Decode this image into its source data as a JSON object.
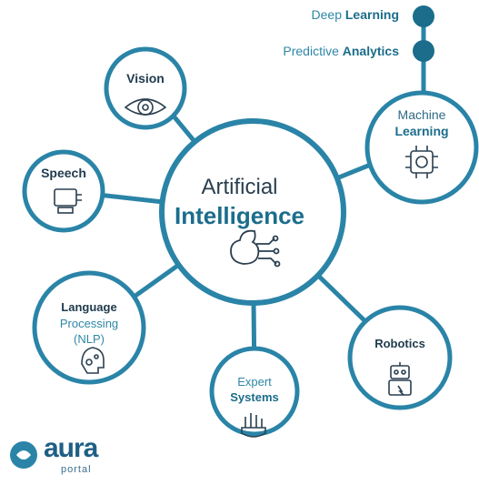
{
  "top_items": [
    {
      "light": "Deep ",
      "bold": "Learning"
    },
    {
      "light": "Predictive ",
      "bold": "Analytics"
    }
  ],
  "center": {
    "line1": "Artificial",
    "line2": "Intelligence"
  },
  "nodes": {
    "vision": {
      "title": "Vision"
    },
    "speech": {
      "title": "Speech"
    },
    "machine_learning": {
      "line1": "Machine",
      "line2": "Learning"
    },
    "nlp": {
      "line1": "Language",
      "line2": "Processing",
      "line3": "(NLP)"
    },
    "expert_systems": {
      "line1": "Expert",
      "line2": "Systems"
    },
    "robotics": {
      "title": "Robotics"
    }
  },
  "logo": {
    "word": "aura",
    "sub": "portal"
  },
  "colors": {
    "accent": "#1b6d8b",
    "ring": "#2a84a7",
    "text": "#2a3f50"
  }
}
